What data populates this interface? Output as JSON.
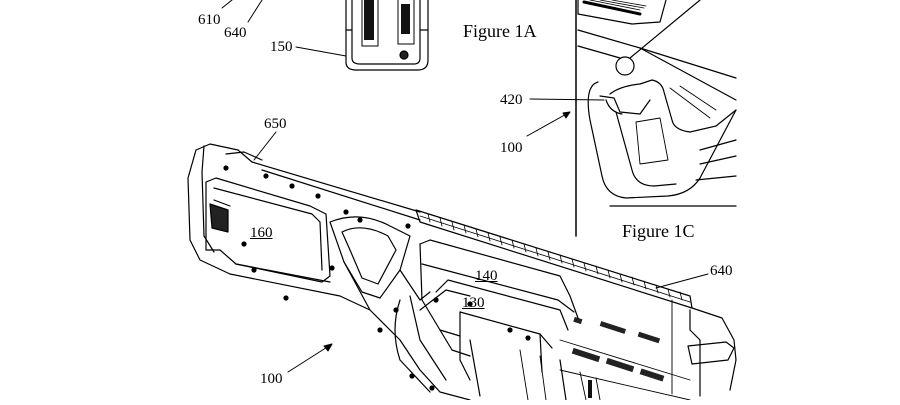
{
  "figures": {
    "fig_1a": "Figure 1A",
    "fig_1c": "Figure 1C"
  },
  "refs": {
    "r610": "610",
    "r640_top": "640",
    "r150": "150",
    "r650": "650",
    "r160": "160",
    "r140": "140",
    "r130": "130",
    "r640_right": "640",
    "r100_main": "100",
    "r100_inset": "100",
    "r420": "420"
  }
}
